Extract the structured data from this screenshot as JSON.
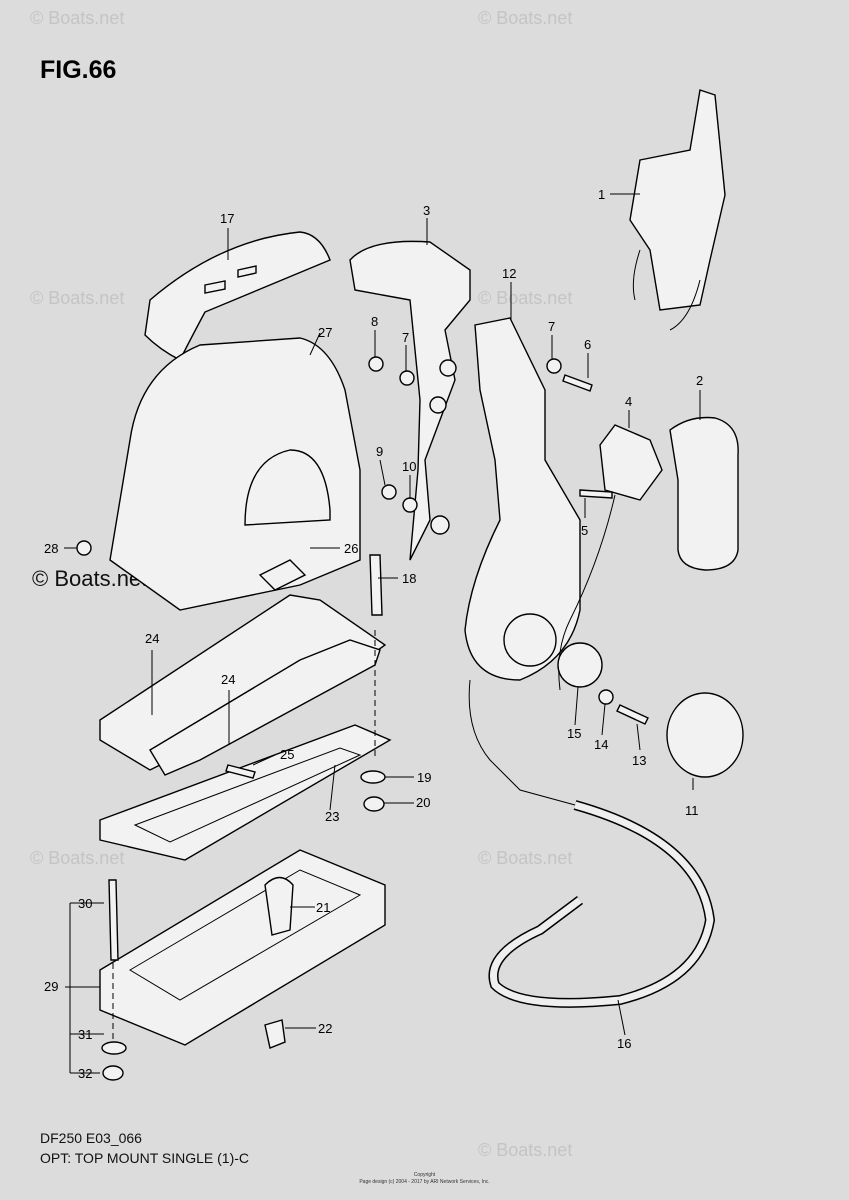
{
  "figure": {
    "title": "FIG.66",
    "code": "DF250 E03_066",
    "caption": "OPT: TOP MOUNT SINGLE (1)-C"
  },
  "copyright": {
    "line1": "Copyright",
    "line2": "Page design (c) 2004 - 2017 by ARI Network Services, Inc."
  },
  "watermarks": {
    "light": "© Boats.net",
    "dark": "© Boats.net"
  },
  "callouts": {
    "c1": "1",
    "c2": "2",
    "c3": "3",
    "c4": "4",
    "c5": "5",
    "c6": "6",
    "c7a": "7",
    "c7b": "7",
    "c8": "8",
    "c9": "9",
    "c10": "10",
    "c11": "11",
    "c12": "12",
    "c13": "13",
    "c14": "14",
    "c15": "15",
    "c16": "16",
    "c17": "17",
    "c18": "18",
    "c19": "19",
    "c20": "20",
    "c21": "21",
    "c22": "22",
    "c23": "23",
    "c24a": "24",
    "c24b": "24",
    "c25": "25",
    "c26": "26",
    "c27": "27",
    "c28": "28",
    "c29": "29",
    "c30": "30",
    "c31": "31",
    "c32": "32"
  }
}
